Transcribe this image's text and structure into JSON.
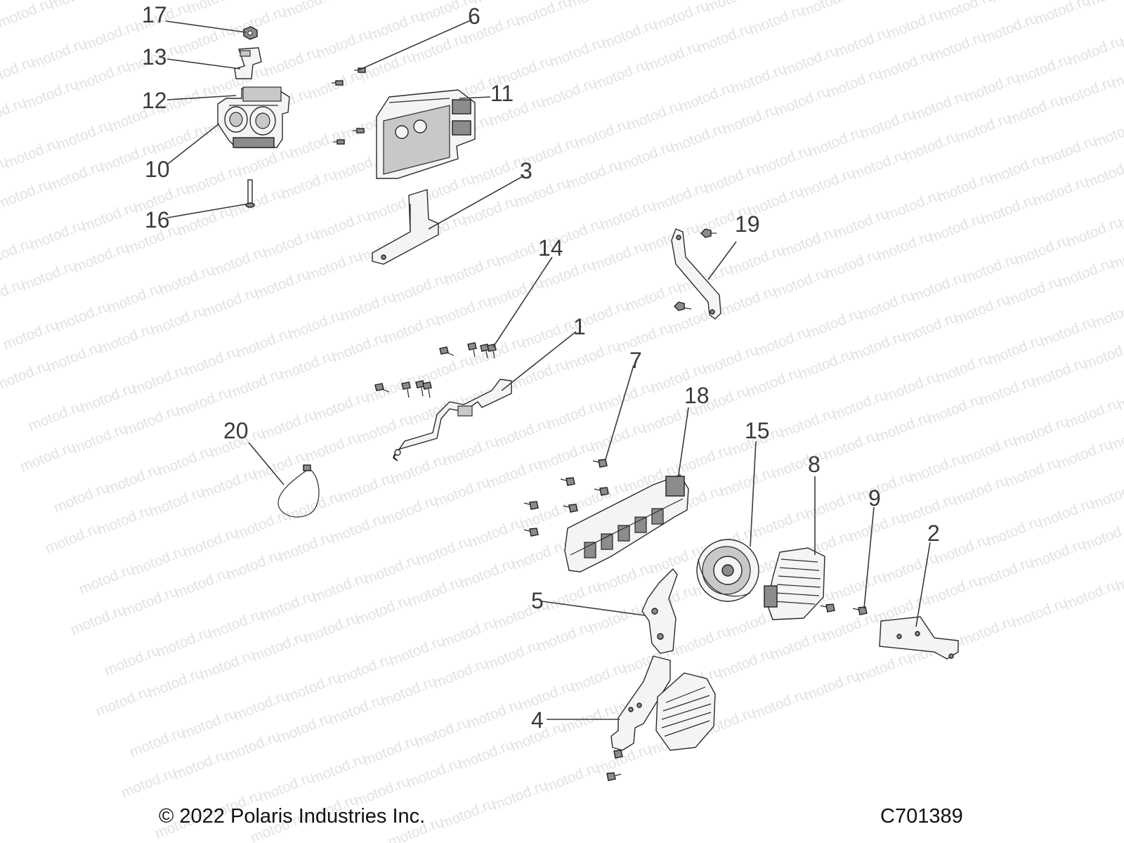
{
  "watermark": "motod.ru",
  "footer": {
    "copyright": "© 2022 Polaris Industries Inc.",
    "diagram_code": "C701389"
  },
  "callouts": [
    "1",
    "2",
    "3",
    "4",
    "5",
    "6",
    "7",
    "8",
    "9",
    "10",
    "11",
    "12",
    "13",
    "14",
    "15",
    "16",
    "17",
    "18",
    "19",
    "20"
  ],
  "colors": {
    "line": "#2a2a2a",
    "text": "#3a3a3a",
    "watermark": "#e2e2e2",
    "background": "#ffffff"
  }
}
